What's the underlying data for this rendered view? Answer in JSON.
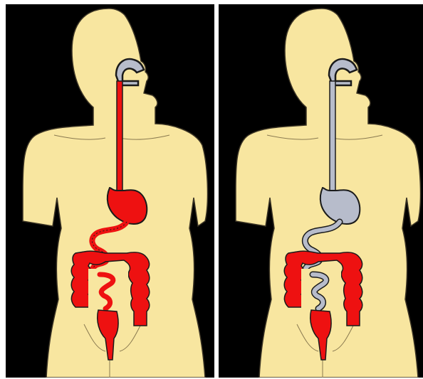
{
  "colors": {
    "background": "#000000",
    "skin": "#f8e6a0",
    "outline": "#3a3324",
    "highlighted_tract": "#ee1111",
    "normal_tract": "#b7bccb"
  },
  "panels": [
    {
      "highlighted_segments": [
        "esophagus",
        "stomach",
        "small-intestine",
        "large-intestine",
        "rectum"
      ]
    },
    {
      "highlighted_segments": [
        "large-intestine",
        "rectum"
      ]
    }
  ]
}
